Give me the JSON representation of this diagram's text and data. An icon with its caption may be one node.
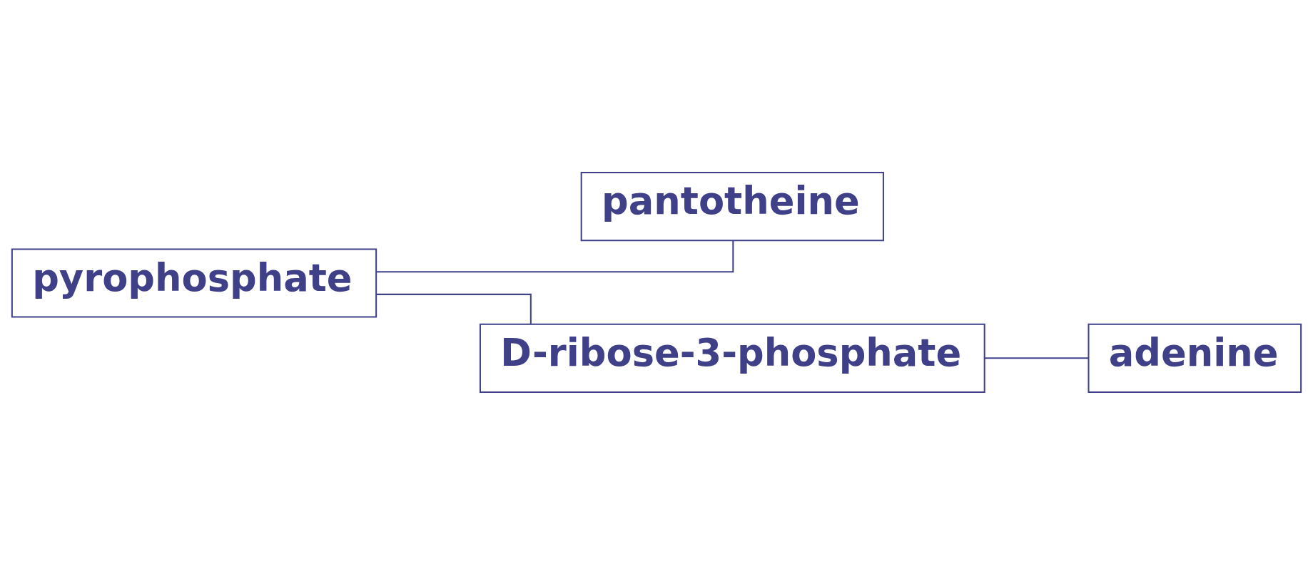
{
  "diagram": {
    "nodes": [
      {
        "text": [
          "pantotheine"
        ]
      },
      {
        "text": [
          "pyrophosphate"
        ]
      },
      {
        "text": [
          "D-ribose-3-phosphate"
        ]
      },
      {
        "text": [
          "adenine"
        ]
      }
    ],
    "edges": [
      {
        "from": 1,
        "to": 0,
        "arrow": "none"
      },
      {
        "from": 1,
        "to": 2,
        "arrow": "none"
      },
      {
        "from": 2,
        "to": 3,
        "arrow": "none"
      }
    ]
  }
}
